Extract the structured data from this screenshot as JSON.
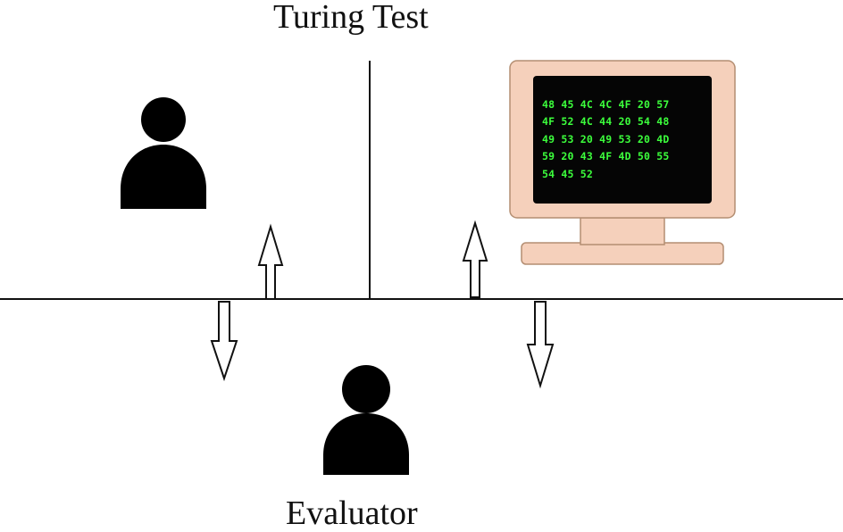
{
  "diagram": {
    "title": "Turing Test",
    "evaluator_label": "Evaluator",
    "screen_lines": [
      "48 45 4C 4C 4F 20 57",
      "4F 52 4C 44 20 54 48",
      "49 53 20 49 53 20 4D",
      "59 20 43 4F 4D 50 55",
      "54 45 52"
    ],
    "colors": {
      "line": "#111111",
      "person": "#000000",
      "monitor_fill": "#f5d0bb",
      "monitor_stroke": "#b48e72",
      "screen": "#050505",
      "screen_text": "#3cff3c"
    },
    "icons": [
      "person-icon",
      "computer-monitor-icon",
      "up-arrow-icon",
      "down-arrow-icon"
    ]
  }
}
